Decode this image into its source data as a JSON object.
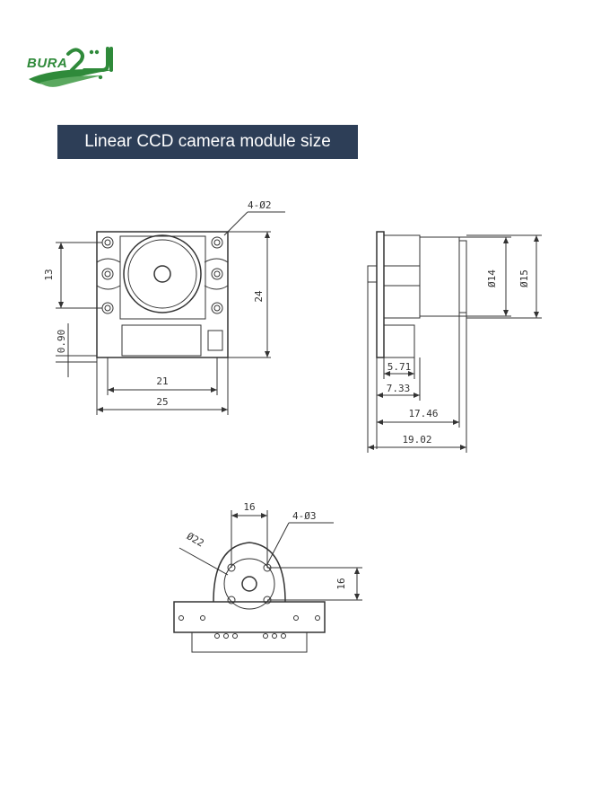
{
  "brand": {
    "latin": "BURA",
    "arabic": "براق",
    "color": "#2f8a3a"
  },
  "title": "Linear CCD camera module size",
  "colors": {
    "title_bg": "#2d3e57",
    "title_text": "#ffffff",
    "line": "#333333"
  },
  "front_view": {
    "hole_label": "4-Ø2",
    "dim_13": "13",
    "dim_24": "24",
    "dim_090": "0.90",
    "dim_21": "21",
    "dim_25": "25"
  },
  "side_view": {
    "dim_d14": "Ø14",
    "dim_d15": "Ø15",
    "dim_571": "5.71",
    "dim_733": "7.33",
    "dim_1746": "17.46",
    "dim_1902": "19.02"
  },
  "bottom_view": {
    "dim_16_top": "16",
    "hole_label": "4-Ø3",
    "dim_d22": "Ø22",
    "dim_16_right": "16"
  }
}
